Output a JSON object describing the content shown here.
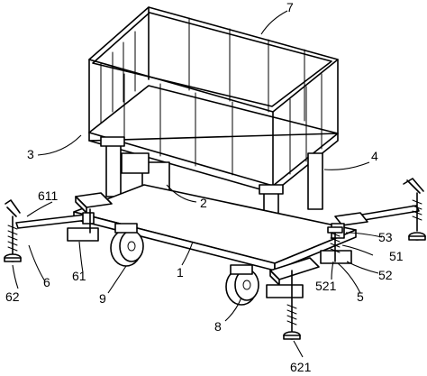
{
  "labels": {
    "l7": "7",
    "l3": "3",
    "l2": "2",
    "l4": "4",
    "l611": "611",
    "l1": "1",
    "l53": "53",
    "l51": "51",
    "l52": "52",
    "l521": "521",
    "l5": "5",
    "l61": "61",
    "l9": "9",
    "l6": "6",
    "l62": "62",
    "l8": "8",
    "l621": "621"
  }
}
